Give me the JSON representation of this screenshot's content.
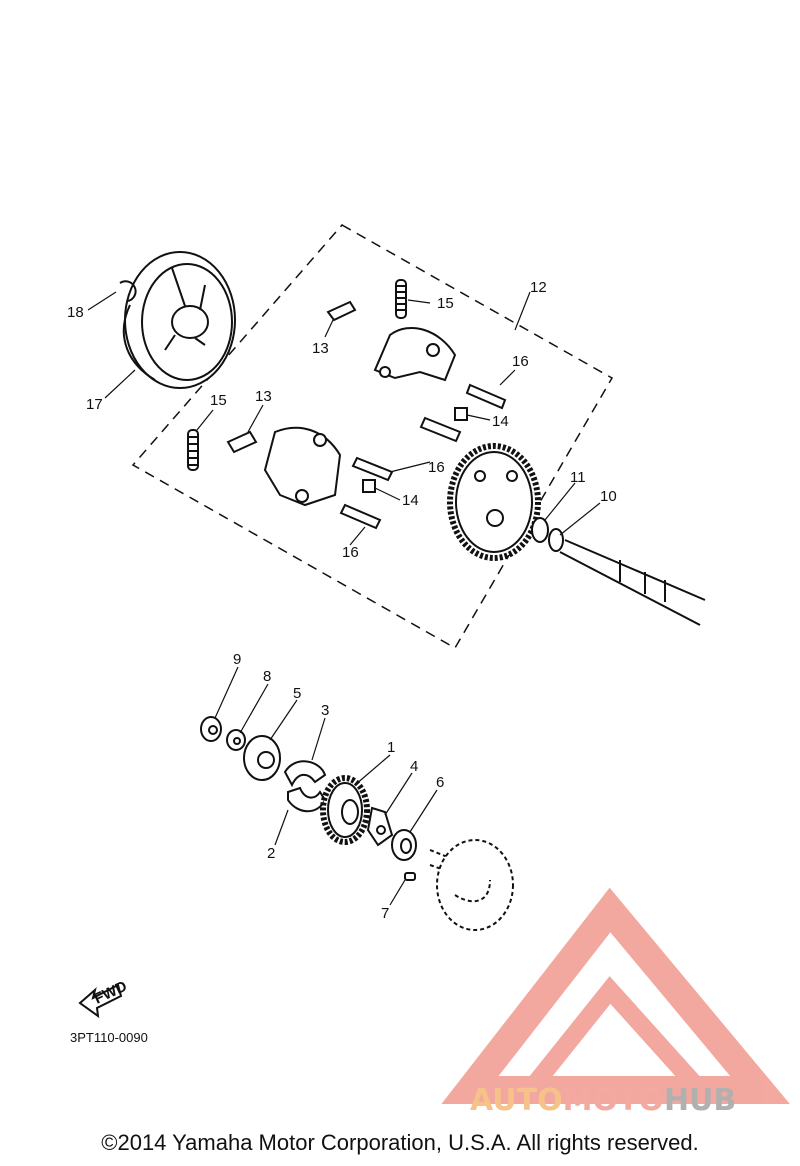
{
  "diagram": {
    "part_labels": {
      "p1": "1",
      "p2": "2",
      "p3": "3",
      "p4": "4",
      "p5": "5",
      "p6": "6",
      "p7": "7",
      "p8": "8",
      "p9": "9",
      "p10": "10",
      "p11": "11",
      "p12": "12",
      "p13a": "13",
      "p13b": "13",
      "p14a": "14",
      "p14b": "14",
      "p15a": "15",
      "p15b": "15",
      "p16a": "16",
      "p16b": "16",
      "p16c": "16",
      "p17": "17",
      "p18": "18"
    },
    "direction_arrow_label": "FWD",
    "diagram_code": "3PT110-0090",
    "copyright": "©2014 Yamaha Motor Corporation, U.S.A. All rights reserved."
  },
  "watermark": {
    "part1": "AUTO",
    "part2": "MOTO",
    "part3": "HUB",
    "colors": {
      "auto": "#f6c28a",
      "moto": "#f3a8a0",
      "hub": "#b0b0b0",
      "logo": "#f08c80"
    }
  }
}
